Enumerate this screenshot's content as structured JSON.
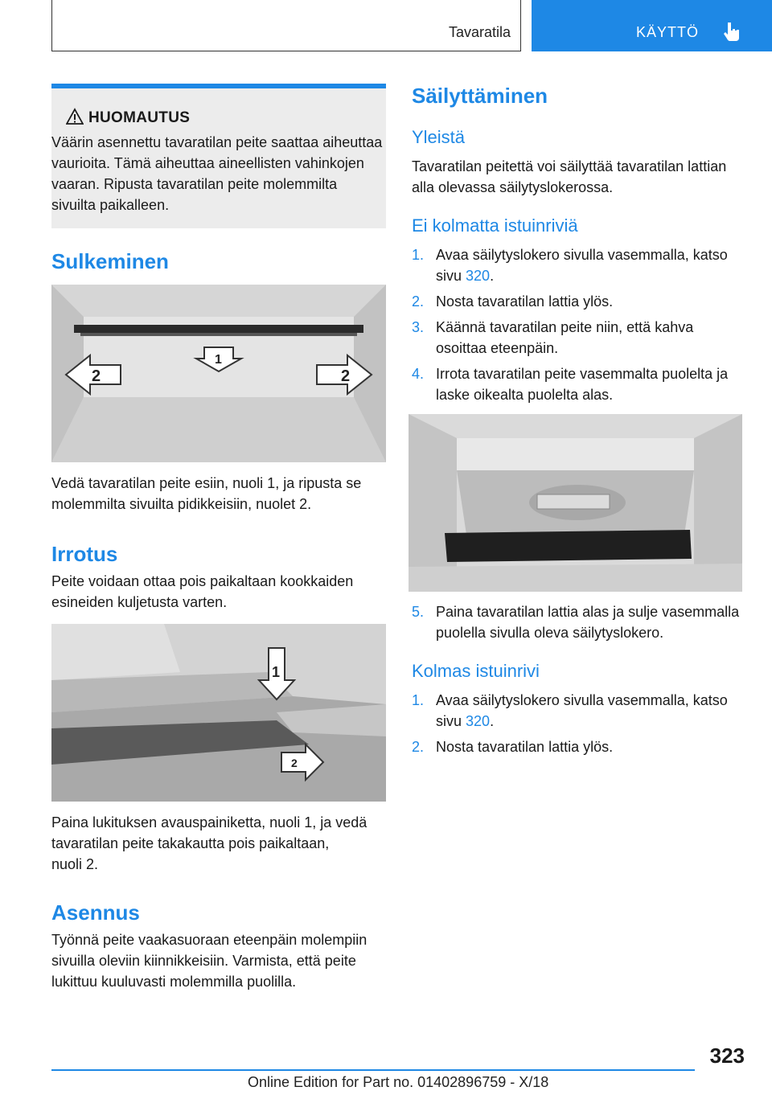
{
  "header": {
    "section": "Tavaratila",
    "tab": "KÄYTTÖ",
    "tab_icon": "pointing-hand-icon"
  },
  "note": {
    "heading": "HUOMAUTUS",
    "icon": "warning-triangle-icon",
    "text": "Väärin asennettu tavaratilan peite saattaa aiheuttaa vaurioita. Tämä aiheuttaa aineellisten vahinkojen vaaran. Ripusta tavaratilan peite molemmilta sivuilta paikalleen."
  },
  "left": {
    "sulkeminen": {
      "heading": "Sulkeminen",
      "image_arrows": [
        "2",
        "1",
        "2"
      ],
      "caption": "Vedä tavaratilan peite esiin, nuoli 1, ja ripusta se molemmilta sivuilta pidikkeisiin, nuolet 2."
    },
    "irrotus": {
      "heading": "Irrotus",
      "text": "Peite voidaan ottaa pois paikaltaan kookkaiden esineiden kuljetusta varten.",
      "image_arrows": [
        "1",
        "2"
      ],
      "caption_1": "Paina lukituksen avauspainiketta, nuoli 1, ja vedä",
      "caption_2": "tavaratilan peite takakautta pois paikaltaan,",
      "caption_3": "nuoli 2."
    },
    "asennus": {
      "heading": "Asennus",
      "text": "Työnnä peite vaakasuoraan eteenpäin molempiin sivuilla oleviin kiinnikkeisiin. Varmista, että peite lukittuu kuuluvasti molemmilla puolilla."
    }
  },
  "right": {
    "title": "Säilyttäminen",
    "yleista": {
      "heading": "Yleistä",
      "text": "Tavaratilan peitettä voi säilyttää tavaratilan lattian alla olevassa säilytyslokerossa."
    },
    "ei_kolmatta": {
      "heading": "Ei kolmatta istuinriviä",
      "items": [
        {
          "num": "1.",
          "text": "Avaa säilytyslokero sivulla vasemmalla, katso sivu ",
          "link": "320",
          "tail": "."
        },
        {
          "num": "2.",
          "text": "Nosta tavaratilan lattia ylös."
        },
        {
          "num": "3.",
          "text": "Käännä tavaratilan peite niin, että kahva osoittaa eteenpäin."
        },
        {
          "num": "4.",
          "text": "Irrota tavaratilan peite vasemmalta puolelta ja laske oikealta puolelta alas."
        },
        {
          "num": "5.",
          "text": "Paina tavaratilan lattia alas ja sulje vasemmalla puolella sivulla oleva säilytyslokero."
        }
      ]
    },
    "kolmas": {
      "heading": "Kolmas istuinrivi",
      "items": [
        {
          "num": "1.",
          "text": "Avaa säilytyslokero sivulla vasemmalla, katso sivu ",
          "link": "320",
          "tail": "."
        },
        {
          "num": "2.",
          "text": "Nosta tavaratilan lattia ylös."
        }
      ]
    }
  },
  "footer": {
    "page": "323",
    "edition": "Online Edition for Part no. 01402896759 - X/18"
  }
}
